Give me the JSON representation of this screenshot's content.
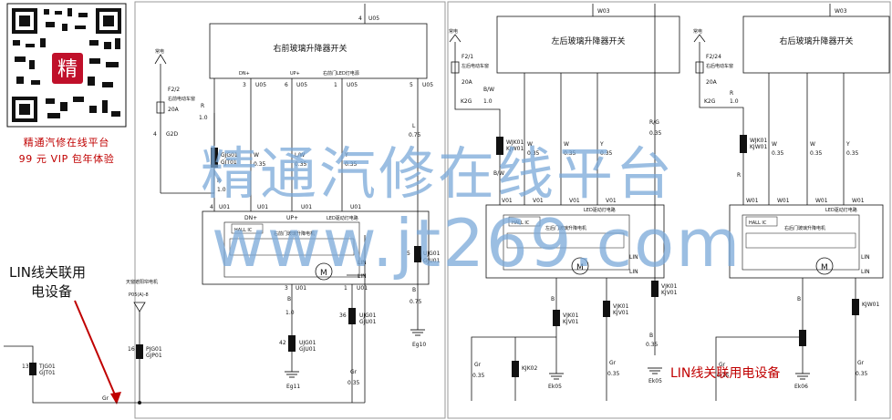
{
  "watermark": {
    "line1": "精通汽修在线平台",
    "line2": "www.jt269.com"
  },
  "promo": {
    "badge": "精",
    "caption1": "精通汽修在线平台",
    "caption2": "99 元 VIP 包年体验"
  },
  "annotations": {
    "lin_left_1": "LIN线关联用",
    "lin_left_2": "电设备",
    "lin_right": "LIN线关联用电设备"
  },
  "left_panel": {
    "switch_title": "右前玻璃升降器开关",
    "top_pin": "4",
    "top_conn": "U05",
    "fuse_label": "F2/2",
    "fuse_desc": "右前电动车窗",
    "fuse_amp": "20A",
    "batt_label": "常电",
    "fuse_pin": "4",
    "fuse_conn": "G2D",
    "wire_r": "R",
    "wire_r_size": "1.0",
    "pin_dn": "DN+",
    "pin_up": "UP+",
    "pin_led": "右前门LED灯电源",
    "pin_led2": "常电",
    "p3": "3",
    "p6": "6",
    "p1": "1",
    "p5": "5",
    "conn_u05": "U05",
    "w_wire": "W",
    "ly_wire": "L/W",
    "y_wire": "Y",
    "l_wire": "L",
    "size035": "0.35",
    "size075": "0.75",
    "size10": "1.0",
    "conn_gj01": "GJG01",
    "conn_gj01b": "GJT01",
    "module_title": "右前门玻璃升降电机",
    "hall": "HALL IC",
    "led_drv": "LED驱动灯电路",
    "motor": "M",
    "lin": "LIN",
    "pin_4": "4",
    "pin_u01": "U01",
    "b_wire": "B",
    "conn_ujg01": "UJG01",
    "conn_gju01": "GJU01",
    "p42": "42",
    "p36": "36",
    "p5b": "5",
    "gnd1": "Eg11",
    "gnd2": "Eg10",
    "gr_wire": "Gr",
    "pj_conn": "PJG01",
    "pj_conn2": "GJP01",
    "p16": "16",
    "sunroof": "天窗遮阳帘电机",
    "sunroof_pin": "P05(A)-8",
    "tj_conn": "TJG01",
    "tj_conn2": "GJT01",
    "p13": "13"
  },
  "right_panel": {
    "switch_a": "左后玻璃升降器开关",
    "switch_b": "右后玻璃升降器开关",
    "top_conn": "W03",
    "fuse_a": "F2/1",
    "fuse_b": "F2/24",
    "fuse_desc_a": "左后电动车窗",
    "fuse_desc_b": "右后电动车窗",
    "amp": "20A",
    "batt": "常电",
    "k2g": "K2G",
    "bw": "B/W",
    "r_wire": "R",
    "rg": "R/G",
    "w": "W",
    "y": "Y",
    "conn_wk01": "WJK01",
    "conn_kjw01": "KJW01",
    "module_a": "左后门玻璃升降电机",
    "module_b": "右后门玻璃升降电机",
    "hall": "HALL IC",
    "led": "LED驱动灯电路",
    "motor": "M",
    "lin": "LIN",
    "v01": "V01",
    "w01": "W01",
    "b": "B",
    "gr": "Gr",
    "ek05": "Ek05",
    "ek06": "Ek06",
    "ek05b": "Ek05",
    "conn_vk01": "VJK01",
    "conn_kjv01": "KJV01",
    "conn_kj02": "KJK02",
    "size035": "0.35",
    "size10": "1.0"
  }
}
